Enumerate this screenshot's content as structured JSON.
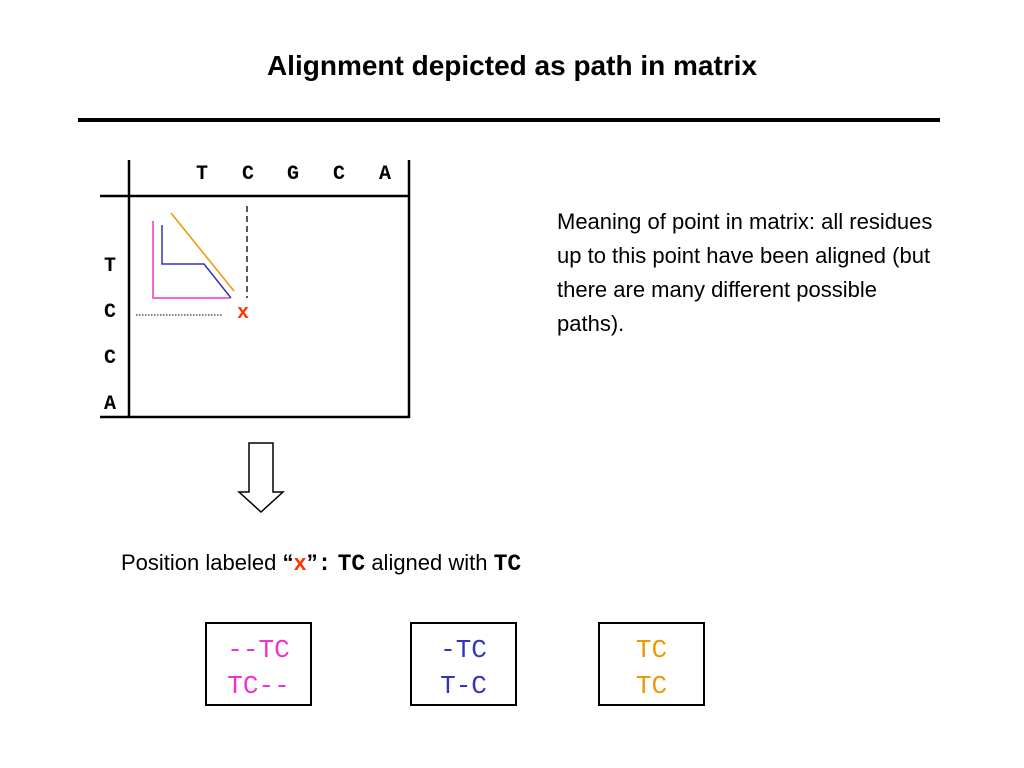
{
  "title": "Alignment depicted as path in matrix",
  "matrix": {
    "columns": [
      "T",
      "C",
      "G",
      "C",
      "A"
    ],
    "rows": [
      "T",
      "C",
      "C",
      "A"
    ],
    "point_label": "x"
  },
  "meaning_text": "Meaning of point in matrix: all residues up to this point have been aligned (but there are many different possible paths).",
  "position_line": {
    "prefix": "Position labeled ",
    "quote_open": "“",
    "x_label": "x",
    "quote_close": "”",
    "colon": ":",
    "seq1": "TC",
    "middle": " aligned with ",
    "seq2": "TC"
  },
  "alignments": [
    {
      "top": "--TC",
      "bottom": "TC--",
      "color": "#ee33cc"
    },
    {
      "top": "-TC",
      "bottom": "T-C",
      "color": "#3333bb"
    },
    {
      "top": "TC",
      "bottom": "TC",
      "color": "#ee9900"
    }
  ],
  "colors": {
    "x_mark": "#ff3300",
    "path_magenta": "#ee33cc",
    "path_blue": "#3333bb",
    "path_orange": "#ee9900"
  }
}
